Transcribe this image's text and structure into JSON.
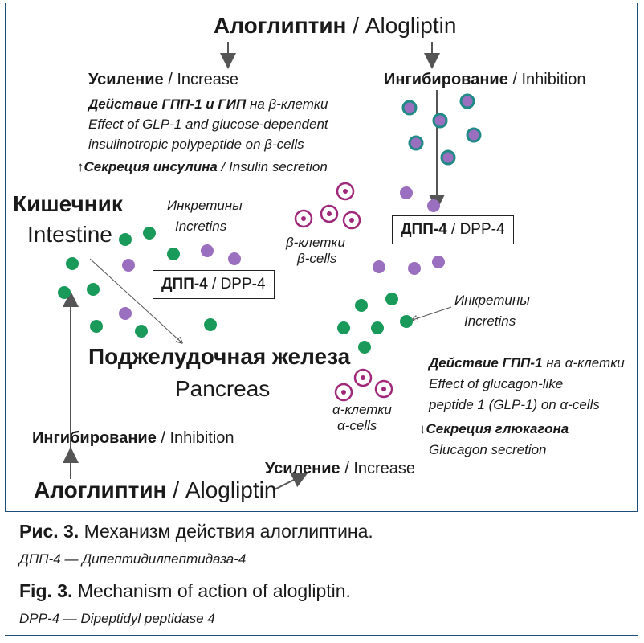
{
  "top_drug": {
    "bold": "Алоглиптин",
    "sep": " / ",
    "plain": "Alogliptin"
  },
  "bottom_drug": {
    "bold": "Алоглиптин",
    "sep": " / ",
    "plain": "Alogliptin"
  },
  "upper_left": {
    "increase_bold": "Усиление",
    "increase_plain": " / Increase",
    "line1_bold": "Действие ГПП-1 и ГИП",
    "line1_mid": " на ",
    "line1_end": "β-клетки",
    "line2": "Effect of GLP-1 and glucose-dependent",
    "line3": "insulinotropic polypeptide on β-cells",
    "line4_arrow": "↑",
    "line4_bold": "Секреция инсулина",
    "line4_plain": " / Insulin secretion"
  },
  "upper_right": {
    "inhibition_bold": "Ингибирование",
    "inhibition_plain": " / Inhibition"
  },
  "intestine": {
    "ru": "Кишечник",
    "en": "Intestine"
  },
  "incretins_left": {
    "ru": "Инкретины",
    "en": "Incretins"
  },
  "beta_cells": {
    "ru": "β-клетки",
    "en": "β-cells"
  },
  "dpp4_left": {
    "bold": "ДПП-4",
    "plain": " / DPP-4"
  },
  "dpp4_right": {
    "bold": "ДПП-4",
    "plain": " / DPP-4"
  },
  "incretins_right": {
    "ru": "Инкретины",
    "en": "Incretins"
  },
  "pancreas": {
    "ru": "Поджелудочная железа",
    "en": "Pancreas"
  },
  "lower_right": {
    "line1_bold": "Действие ГПП-1",
    "line1_mid": " на ",
    "line1_end": "α-клетки",
    "line2": "Effect of glucagon-like",
    "line3": "peptide 1 (GLP-1) on α-cells",
    "line4_arrow": "↓",
    "line4_bold": "Секреция глюкагона",
    "line5": "Glucagon secretion"
  },
  "alpha_cells": {
    "ru": "α-клетки",
    "en": "α-cells"
  },
  "lower_left": {
    "inhibition_bold": "Ингибирование",
    "inhibition_plain": " / Inhibition"
  },
  "lower_increase": {
    "bold": "Усиление",
    "plain": " / Increase"
  },
  "caption": {
    "ru_label": "Рис. 3.",
    "ru_title": " Механизм действия алоглиптина.",
    "ru_abbr": "ДПП-4 — Дипептидилпептидаза-4",
    "en_label": "Fig. 3.",
    "en_title": " Mechanism of action of alogliptin.",
    "en_abbr": "DPP-4 — Dipeptidyl peptidase 4"
  },
  "colors": {
    "green_dot": "#1a9a5a",
    "purple_dot": "#9b6fbf",
    "ring_teal": "#1f8a86",
    "cell_magenta": "#a0287a",
    "frame": "#1f4e79"
  }
}
